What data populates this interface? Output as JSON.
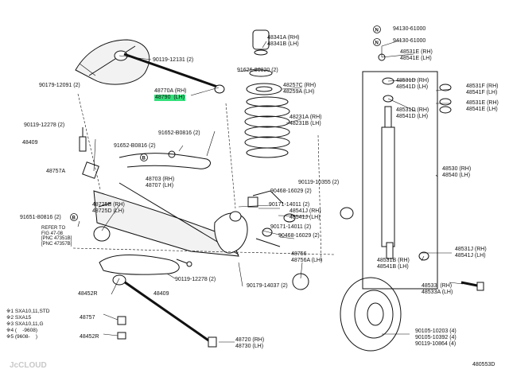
{
  "diagram_id": "480553D",
  "watermark": "JcCLOUD",
  "highlight_color": "#33e07a",
  "callouts": [
    {
      "id": "c1",
      "text": "48341A (RH)\n48341B (LH)"
    },
    {
      "id": "c2",
      "text": "90119-12131 (2)"
    },
    {
      "id": "c3",
      "text": "90179-12091 (2)"
    },
    {
      "id": "c4",
      "text": "48770A (RH)"
    },
    {
      "id": "c5",
      "text": "48790  (LH)",
      "highlight": true
    },
    {
      "id": "c6",
      "text": "91626-80820 (2)"
    },
    {
      "id": "c7",
      "text": "48257C (RH)\n48259A (LH)"
    },
    {
      "id": "c8",
      "text": "90119-12278 (2)"
    },
    {
      "id": "c9",
      "text": "48409"
    },
    {
      "id": "c10",
      "text": "48757A"
    },
    {
      "id": "c11",
      "text": "91652-B0816 (2)"
    },
    {
      "id": "c12",
      "text": "91652-B0816 (2)"
    },
    {
      "id": "c13",
      "text": "48231A (RH)\n48231B (LH)"
    },
    {
      "id": "c14",
      "text": "48703 (RH)\n48707 (LH)"
    },
    {
      "id": "c15",
      "text": "48725B (RH)\n48725D (LH)"
    },
    {
      "id": "c16",
      "text": "91651-80816 (2)"
    },
    {
      "id": "c17",
      "text": "REFER TO\nFIG 47-08\n[PNC 47351B]\n[PNC 47357B]"
    },
    {
      "id": "c18",
      "text": "90119-10355 (2)"
    },
    {
      "id": "c19",
      "text": "90468-16029 (2)"
    },
    {
      "id": "c20",
      "text": "90171-14011 (2)"
    },
    {
      "id": "c21",
      "text": "48541J (RH)\n48541J (LH)"
    },
    {
      "id": "c22",
      "text": "90171-14011 (2)"
    },
    {
      "id": "c23",
      "text": "90468-16029 (2)"
    },
    {
      "id": "c24",
      "text": "48756\n48756A (LH)"
    },
    {
      "id": "c25",
      "text": "90119-12278 (2)"
    },
    {
      "id": "c26",
      "text": "90179-14037 (2)"
    },
    {
      "id": "c27",
      "text": "48452R"
    },
    {
      "id": "c28",
      "text": "48409"
    },
    {
      "id": "c29",
      "text": "48757"
    },
    {
      "id": "c30",
      "text": "48452R"
    },
    {
      "id": "c31",
      "text": "48720 (RH)\n48730 (LH)"
    },
    {
      "id": "c32",
      "text": "94130-61000"
    },
    {
      "id": "c33",
      "text": "94130-61000"
    },
    {
      "id": "c34",
      "text": "48531E (RH)\n48541E (LH)"
    },
    {
      "id": "c35",
      "text": "48531D (RH)\n48541D (LH)"
    },
    {
      "id": "c36",
      "text": "48531F (RH)\n48541F (LH)"
    },
    {
      "id": "c37",
      "text": "48531D (RH)\n48541D (LH)"
    },
    {
      "id": "c38",
      "text": "48531E (RH)\n48541E (LH)"
    },
    {
      "id": "c39",
      "text": "48530 (RH)\n48540 (LH)"
    },
    {
      "id": "c40",
      "text": "48531J (RH)\n48541J (LH)"
    },
    {
      "id": "c41",
      "text": "48531B (RH)\n48541B (LH)"
    },
    {
      "id": "c42",
      "text": "48533  (RH)\n48533A (LH)"
    },
    {
      "id": "c43",
      "text": "90105-10203 (4)\n90105-10392 (4)\n90119-10864 (4)"
    }
  ],
  "legend": [
    "※1 SXA10,11,STD",
    "※2 SXA15",
    "※3 SXA10,11,G",
    "※4 (    -9608)",
    "※5 (9608-    )"
  ]
}
